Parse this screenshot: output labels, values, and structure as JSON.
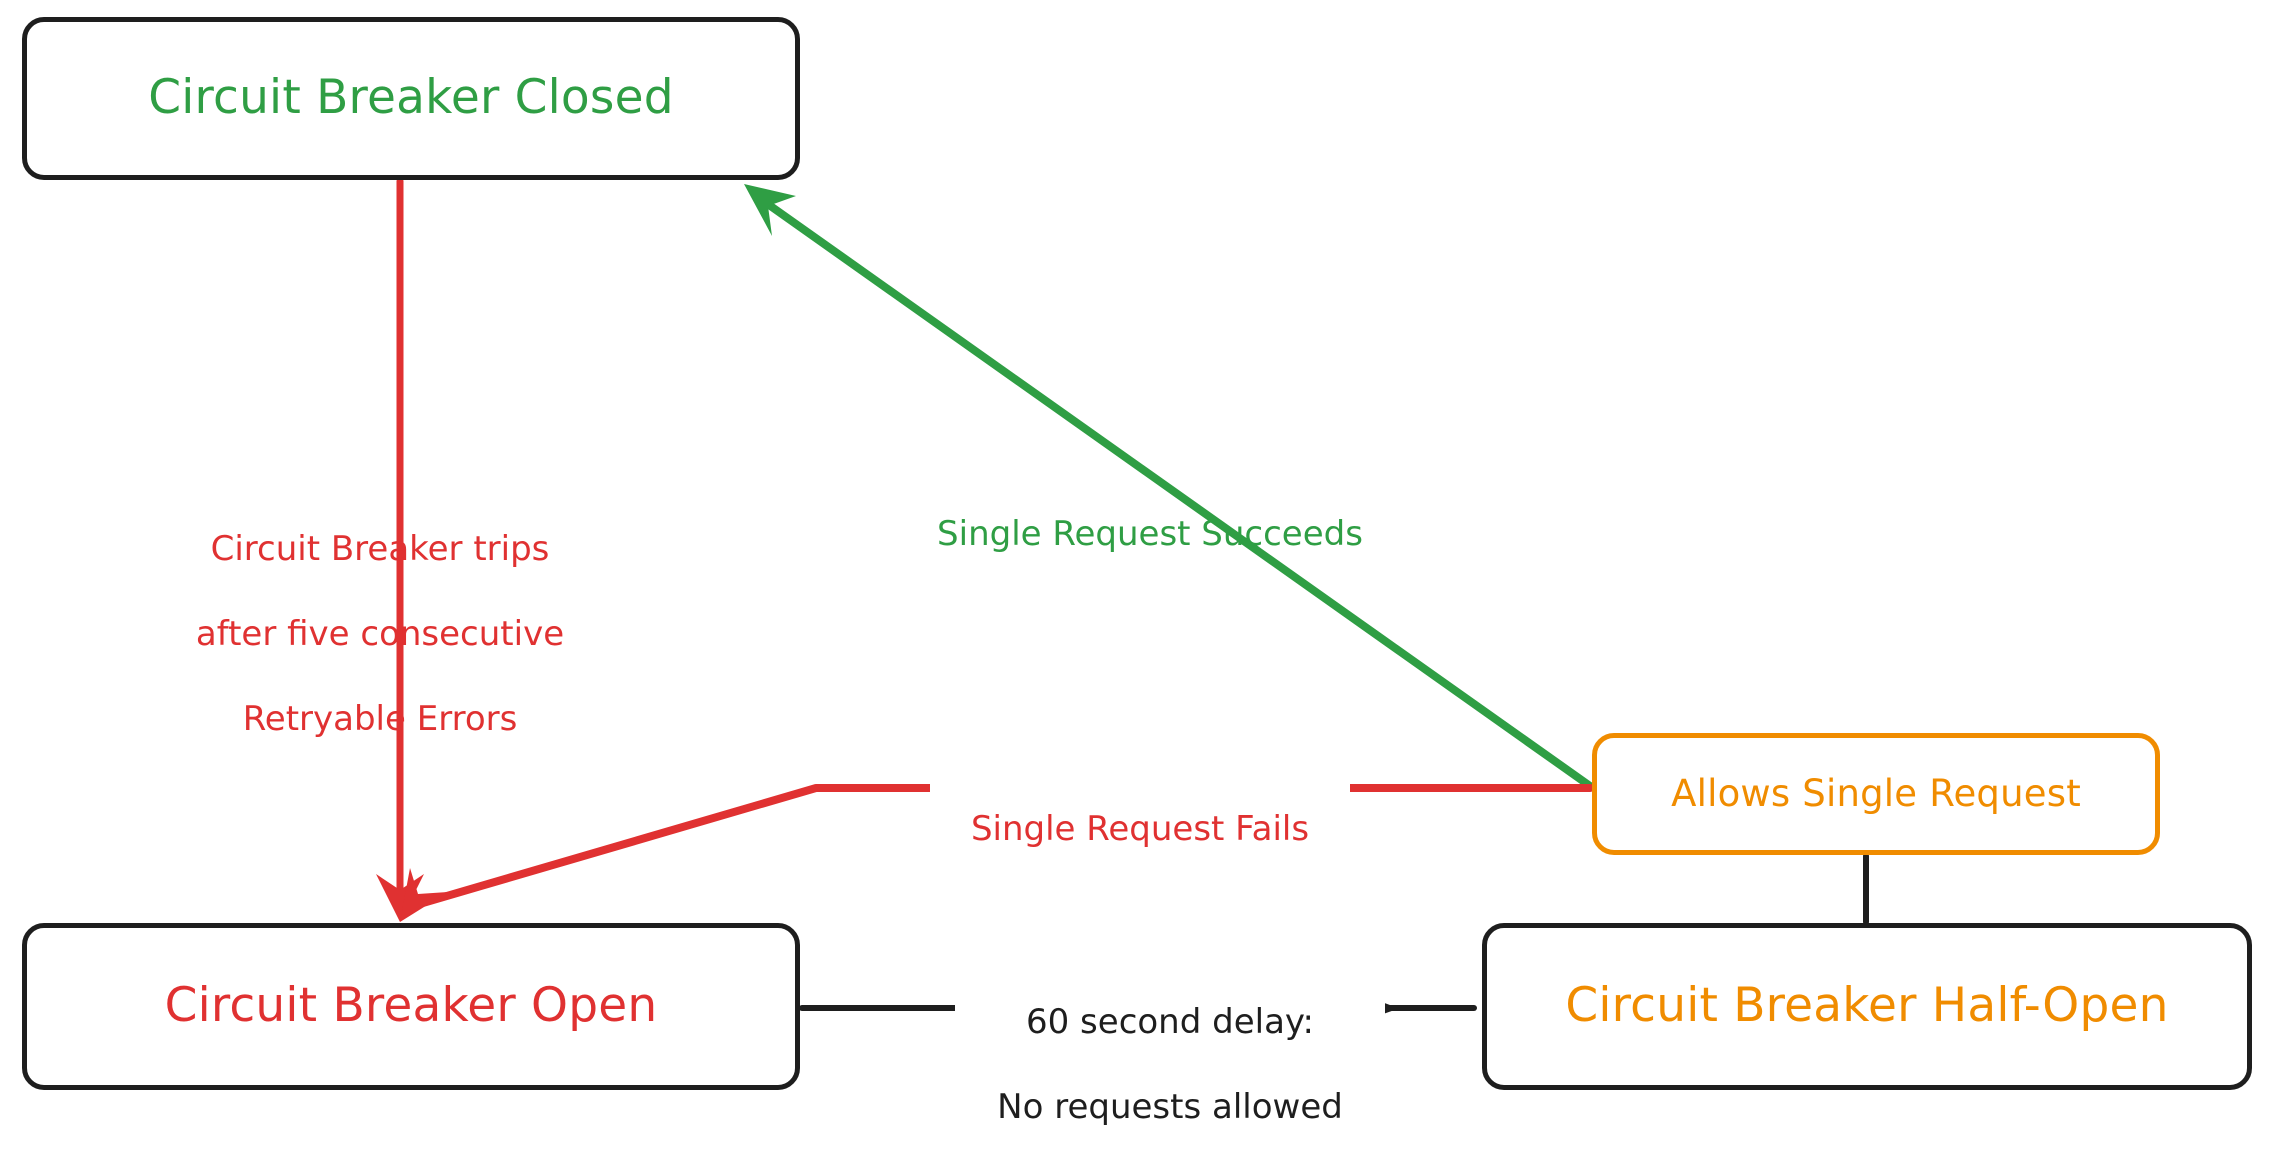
{
  "diagram": {
    "type": "state-diagram",
    "title": "Circuit Breaker State Diagram",
    "background": "#ffffff",
    "colors": {
      "green": "#2f9e44",
      "red": "#e03131",
      "orange": "#f08c00",
      "black": "#1e1e1e",
      "node_fill": "#ffffff"
    },
    "nodes": [
      {
        "id": "closed",
        "label": "Circuit Breaker Closed",
        "text_color": "#2f9e44",
        "border_color": "#1e1e1e",
        "shape": "rounded-rect"
      },
      {
        "id": "open",
        "label": "Circuit Breaker Open",
        "text_color": "#e03131",
        "border_color": "#1e1e1e",
        "shape": "rounded-rect"
      },
      {
        "id": "half_open",
        "label": "Circuit Breaker Half-Open",
        "text_color": "#f08c00",
        "border_color": "#1e1e1e",
        "shape": "rounded-rect"
      },
      {
        "id": "allows_single_request",
        "label": "Allows Single Request",
        "text_color": "#f08c00",
        "border_color": "#f08c00",
        "shape": "rounded-rect"
      }
    ],
    "edges": [
      {
        "id": "closed-to-open",
        "from": "closed",
        "to": "open",
        "color": "#e03131",
        "arrow": true,
        "label_line1": "Circuit Breaker trips",
        "label_line2": "after five consecutive",
        "label_line3": "Retryable Errors"
      },
      {
        "id": "allows-to-closed",
        "from": "allows_single_request",
        "to": "closed",
        "color": "#2f9e44",
        "arrow": true,
        "label": "Single Request Succeeds"
      },
      {
        "id": "allows-to-open",
        "from": "allows_single_request",
        "to": "open",
        "color": "#e03131",
        "arrow": true,
        "label": "Single Request Fails"
      },
      {
        "id": "open-to-halfopen",
        "from": "open",
        "to": "half_open",
        "color": "#1e1e1e",
        "arrow": true,
        "label_line1": "60 second delay:",
        "label_line2": "No requests allowed"
      },
      {
        "id": "allows-to-halfopen",
        "from": "allows_single_request",
        "to": "half_open",
        "color": "#1e1e1e",
        "arrow": false,
        "label": ""
      }
    ]
  }
}
